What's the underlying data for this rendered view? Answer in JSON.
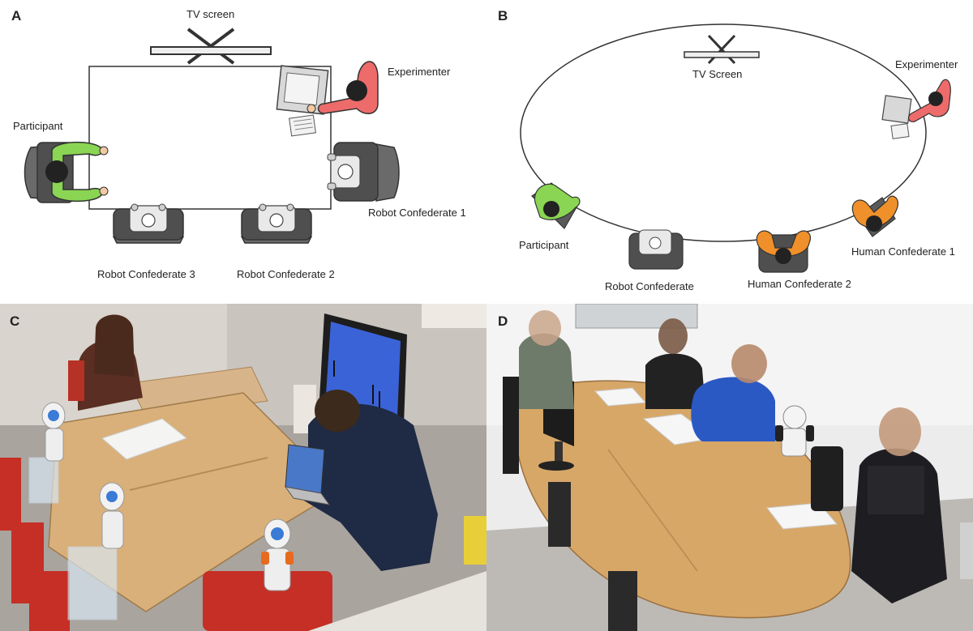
{
  "panels": {
    "a": {
      "letter": "A",
      "labels": {
        "tv": "TV screen",
        "experimenter": "Experimenter",
        "participant": "Participant",
        "robot1": "Robot Confederate 1",
        "robot2": "Robot Confederate 2",
        "robot3": "Robot Confederate 3"
      }
    },
    "b": {
      "letter": "B",
      "labels": {
        "tv": "TV Screen",
        "experimenter": "Experimenter",
        "participant": "Participant",
        "robot": "Robot Confederate",
        "human1": "Human Confederate 1",
        "human2": "Human Confederate 2"
      }
    },
    "c": {
      "letter": "C"
    },
    "d": {
      "letter": "D"
    }
  },
  "colors": {
    "participant": "#7ed957",
    "experimenter": "#ee6b6b",
    "human_confederate": "#f0902a",
    "robot_accent": "#e86a1e",
    "robot_blue": "#3a7bd5",
    "table_wood": "#d7a768",
    "chair_red": "#d2342a",
    "chair_dark": "#555555"
  }
}
